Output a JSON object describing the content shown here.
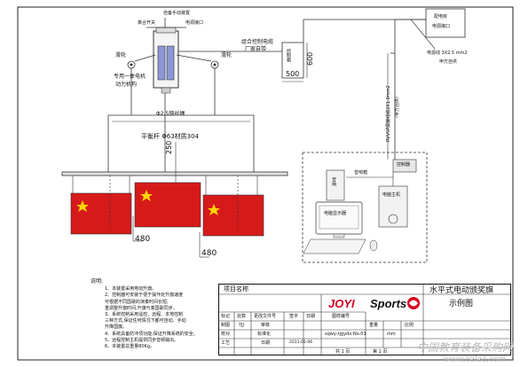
{
  "top": {
    "motor_top_label": "自备手动装置",
    "motor_left_label": "离合开关",
    "motor_right_label": "电源接口",
    "motor_side_label_1": "专用一体电机",
    "motor_side_label_2": "动力机构",
    "pulley_left": "滑轮",
    "pulley_right": "滑轮",
    "cable_label": "Φ2.5钢丝绳",
    "control_cable_1": "组合控制电缆",
    "control_cable_2": "厂家自带",
    "control_box_label": "控制箱",
    "dim_width": "500",
    "dim_height": "600",
    "power_box_1": "配电房",
    "power_box_2": "电源接口",
    "power_spec": "电源线 3X2.5   mm2",
    "power_supply": "甲方自供",
    "vertical_cable_1": "RVVSP屏蔽线缆2X1.0mm2",
    "vertical_cable_2": "（甲方自供）"
  },
  "balance": {
    "rod_label": "平衡杆 Φ63材质304",
    "dim_250": "250",
    "dim_480_left": "480",
    "dim_480_right": "480"
  },
  "control_room": {
    "audio_box_label": "音响箱",
    "processor_label": "控制器",
    "speaker_label": "音响",
    "monitor_label": "电脑显示器",
    "host_label": "电脑主机"
  },
  "notes": {
    "title": "说明:",
    "items": [
      "1、本装置采用电动升旗。",
      "2、控制器可安装于便于操作处升旗速度",
      "   可根据不同国歌的演奏时间长短,",
      "   重调整升旗时间,升旗与奏国歌同步。",
      "3、系统控制采用遥控、远程、本地控制",
      "   三种方式,保证任何情况下都可自动、手动",
      "   升降国旗。",
      "4、系统具备防冲顶功能,保证升降系统的安全。",
      "5、远程控制主机提供同步音频输出。",
      "6、本装置总重量80Kg。"
    ]
  },
  "title_block": {
    "project_name": "项目名称",
    "drawing_title_1": "水平式电动颁奖旗",
    "drawing_title_2": "示例图",
    "brand_name": "JOYI",
    "brand_word": "Sports",
    "row_labels": [
      "标记",
      "处数",
      "更改文件号",
      "签字",
      "日期"
    ],
    "design_label": "制图",
    "design_value": "YJJ",
    "review_label": "审核",
    "check_label": "校对",
    "standard_label": "标准化",
    "craft_label": "工艺",
    "date_label": "日期",
    "date_value": "2011-01-06",
    "drawing_no_label": "图样编号",
    "weight_label": "重量",
    "scale_label": "比例",
    "drawing_no_value": "sqwy-tjgydx-No.01",
    "unit_value": "mm",
    "sheet_total": "共  1  页",
    "sheet_no": "第  1  页"
  },
  "watermark": {
    "text_cn": "中国教育装备采购网",
    "text_url": "www.celea.com"
  },
  "colors": {
    "flag_red": "#d61a1a",
    "star_yellow": "#ffd400",
    "line": "#333333",
    "brand_red": "#d4001e"
  }
}
